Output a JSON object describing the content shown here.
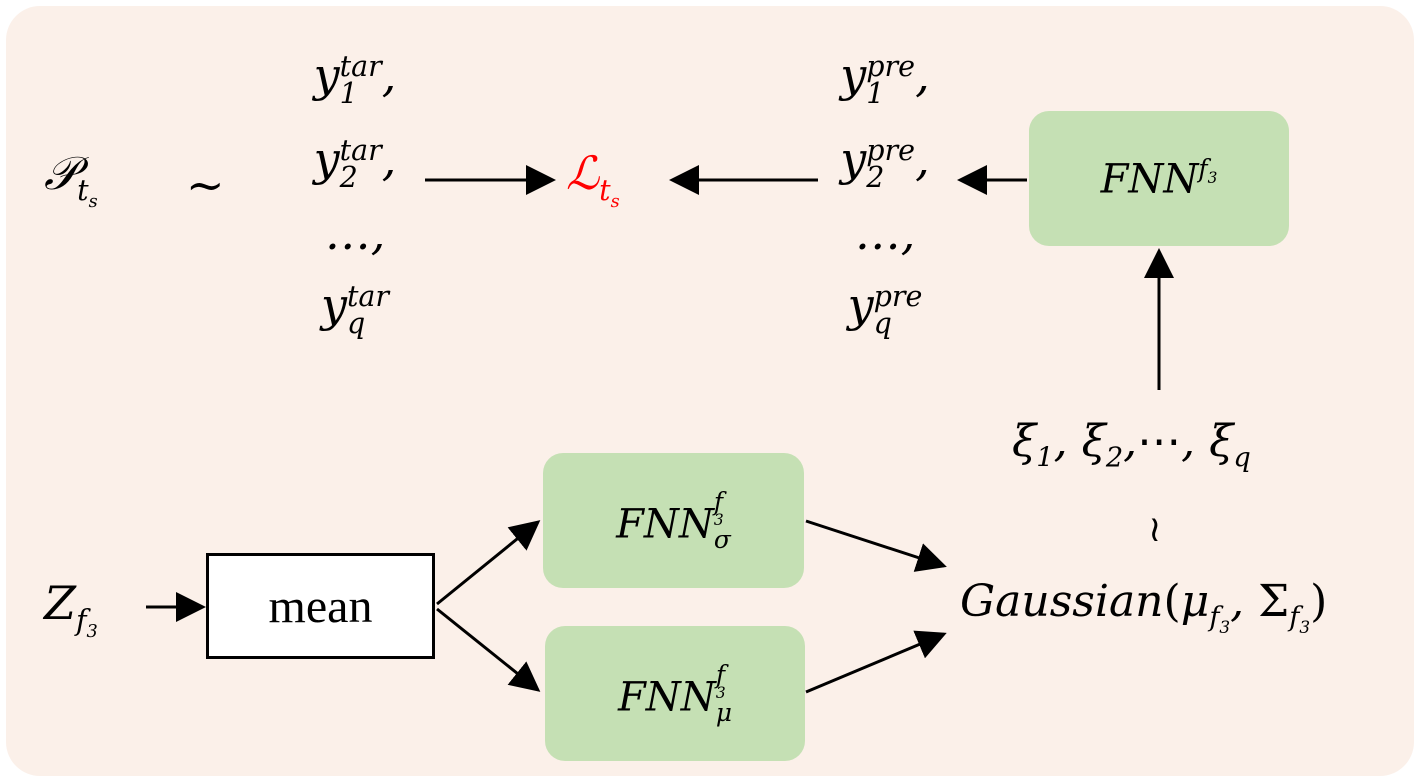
{
  "distribution": {
    "symbol": "𝒫",
    "sub": "t",
    "subsub": "s",
    "tilde": "~"
  },
  "targets": {
    "y1": {
      "base": "y",
      "sup": "tar",
      "sub": "1",
      "sep": ","
    },
    "y2": {
      "base": "y",
      "sup": "tar",
      "sub": "2",
      "sep": ","
    },
    "dots": "…,",
    "yq": {
      "base": "y",
      "sup": "tar",
      "sub": "q"
    }
  },
  "loss": {
    "symbol": "ℒ",
    "sub": "t",
    "subsub": "s",
    "color": "#ff0000"
  },
  "predictions": {
    "y1": {
      "base": "y",
      "sup": "pre",
      "sub": "1",
      "sep": ","
    },
    "y2": {
      "base": "y",
      "sup": "pre",
      "sub": "2",
      "sep": ","
    },
    "dots": "…,",
    "yq": {
      "base": "y",
      "sup": "pre",
      "sub": "q"
    }
  },
  "fnn_top": {
    "base": "FNN",
    "sup": "f",
    "supsub": "3"
  },
  "noise": {
    "text": "ξ",
    "items": [
      "1",
      "2"
    ],
    "dots": "⋯",
    "last": "q",
    "tilde": "≀"
  },
  "gaussian": {
    "name": "Gaussian",
    "mu": "μ",
    "sigma": "Σ",
    "sub": "f",
    "subsub": "3"
  },
  "fnn_sigma": {
    "base": "FNN",
    "sup": "f",
    "supsub": "3",
    "sub": "σ"
  },
  "fnn_mu": {
    "base": "FNN",
    "sup": "f",
    "supsub": "3",
    "sub": "μ"
  },
  "input": {
    "base": "Z",
    "sub": "f",
    "subsub": "3"
  },
  "mean_box": {
    "label": "mean"
  },
  "colors": {
    "panel": "#fbf0e9",
    "box_fill": "#c5e0b4",
    "loss": "#ff0000"
  }
}
